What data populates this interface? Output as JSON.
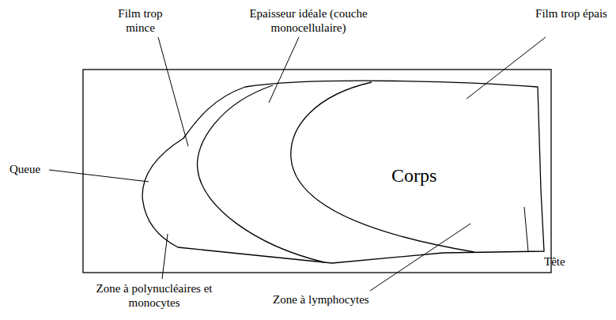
{
  "diagram": {
    "labels": [
      "Film trop mince",
      "Epaisseur idéale (couche monocellulaire)",
      "Film trop épais",
      "Queue",
      "Corps",
      "Tête",
      "Zone à polynucléaires et monocytes",
      "Zone à lymphocytes"
    ]
  }
}
